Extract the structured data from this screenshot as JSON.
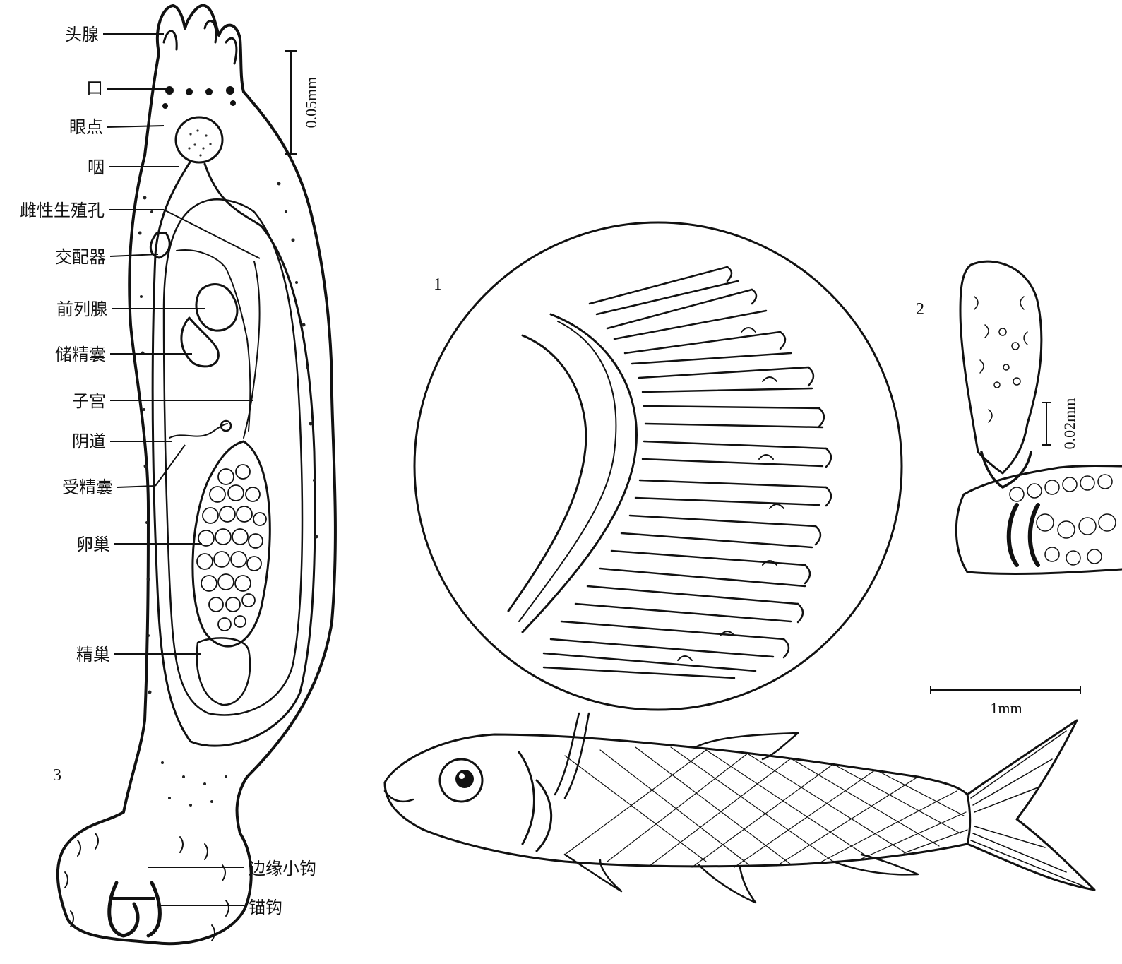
{
  "figure_numbers": {
    "gill": "1",
    "attached_worm": "2",
    "worm": "3"
  },
  "worm_labels_left": [
    "头腺",
    "口",
    "眼点",
    "咽",
    "雌性生殖孔",
    "交配器",
    "前列腺",
    "储精囊",
    "子宫",
    "阴道",
    "受精囊",
    "卵巢",
    "精巢"
  ],
  "worm_labels_bottom": [
    "边缘小钩",
    "锚钩"
  ],
  "scale_bars": {
    "worm": "0.05mm",
    "attached_worm": "0.02mm",
    "gill": "1mm"
  }
}
